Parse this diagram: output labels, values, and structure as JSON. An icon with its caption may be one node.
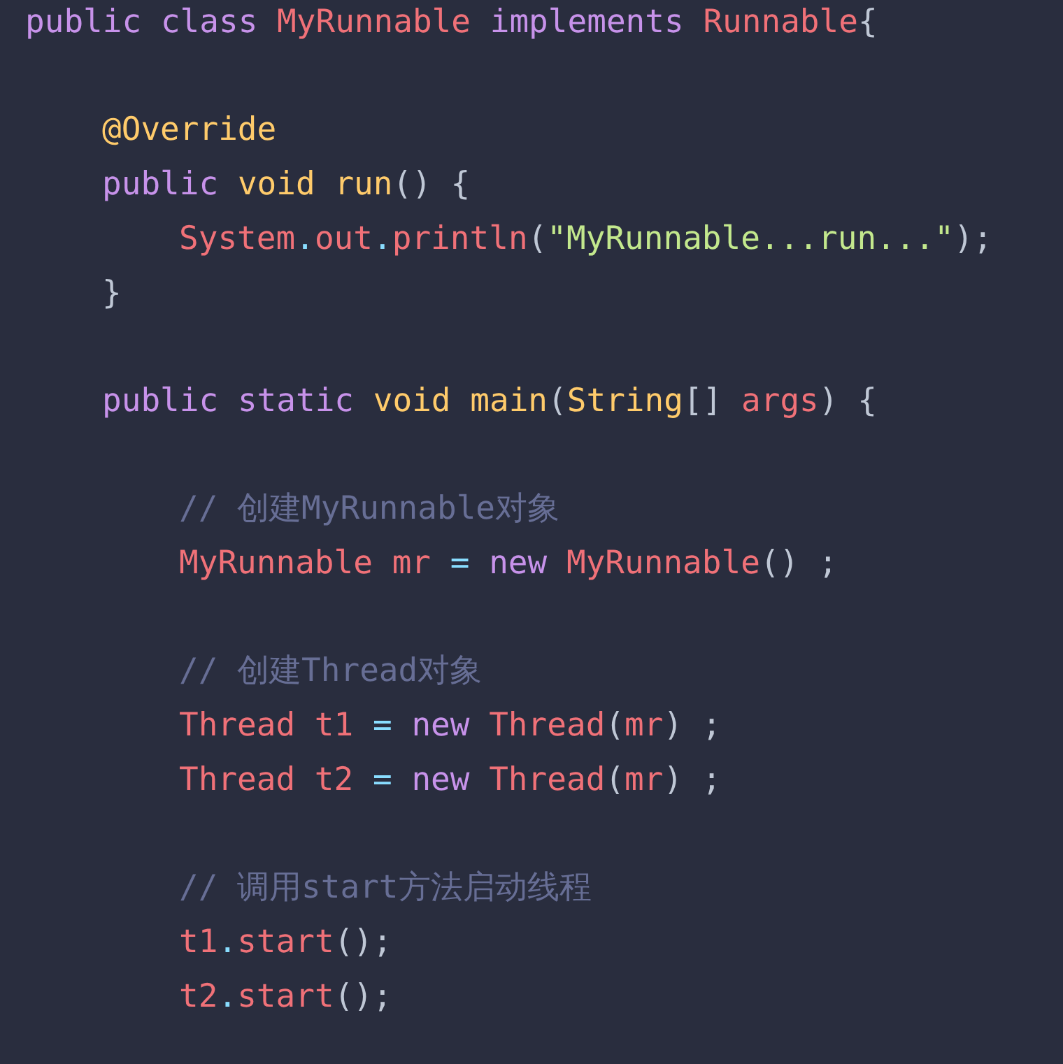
{
  "diagram": {
    "labels": [
      "public class MyRunnable implements Runnable{",
      "@Override",
      "public void run() {",
      "System.out.println(\"MyRunnable...run...\");",
      "}",
      "public static void main(String[] args) {",
      "// 创建MyRunnable对象",
      "MyRunnable mr = new MyRunnable() ;",
      "// 创建Thread对象",
      "Thread t1 = new Thread(mr) ;",
      "Thread t2 = new Thread(mr) ;",
      "// 调用start方法启动线程",
      "t1.start();",
      "t2.start();"
    ]
  }
}
